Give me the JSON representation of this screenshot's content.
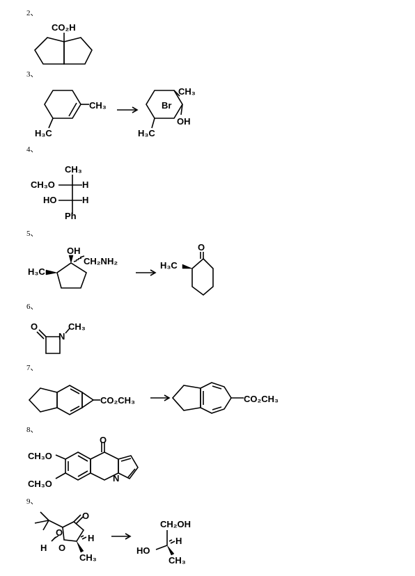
{
  "problems": [
    {
      "number": "2、"
    },
    {
      "number": "3、"
    },
    {
      "number": "4、"
    },
    {
      "number": "5、"
    },
    {
      "number": "6、"
    },
    {
      "number": "7、"
    },
    {
      "number": "8、"
    },
    {
      "number": "9、"
    }
  ],
  "labels": {
    "co2h": "CO₂H",
    "ch3": "CH₃",
    "h3c": "H₃C",
    "br": "Br",
    "oh": "OH",
    "ch3o": "CH₃O",
    "h": "H",
    "ho": "HO",
    "ph": "Ph",
    "ch2nh2": "CH₂NH₂",
    "o": "O",
    "n": "N",
    "co2ch3": "CO₂CH₃",
    "ch2oh": "CH₂OH"
  }
}
